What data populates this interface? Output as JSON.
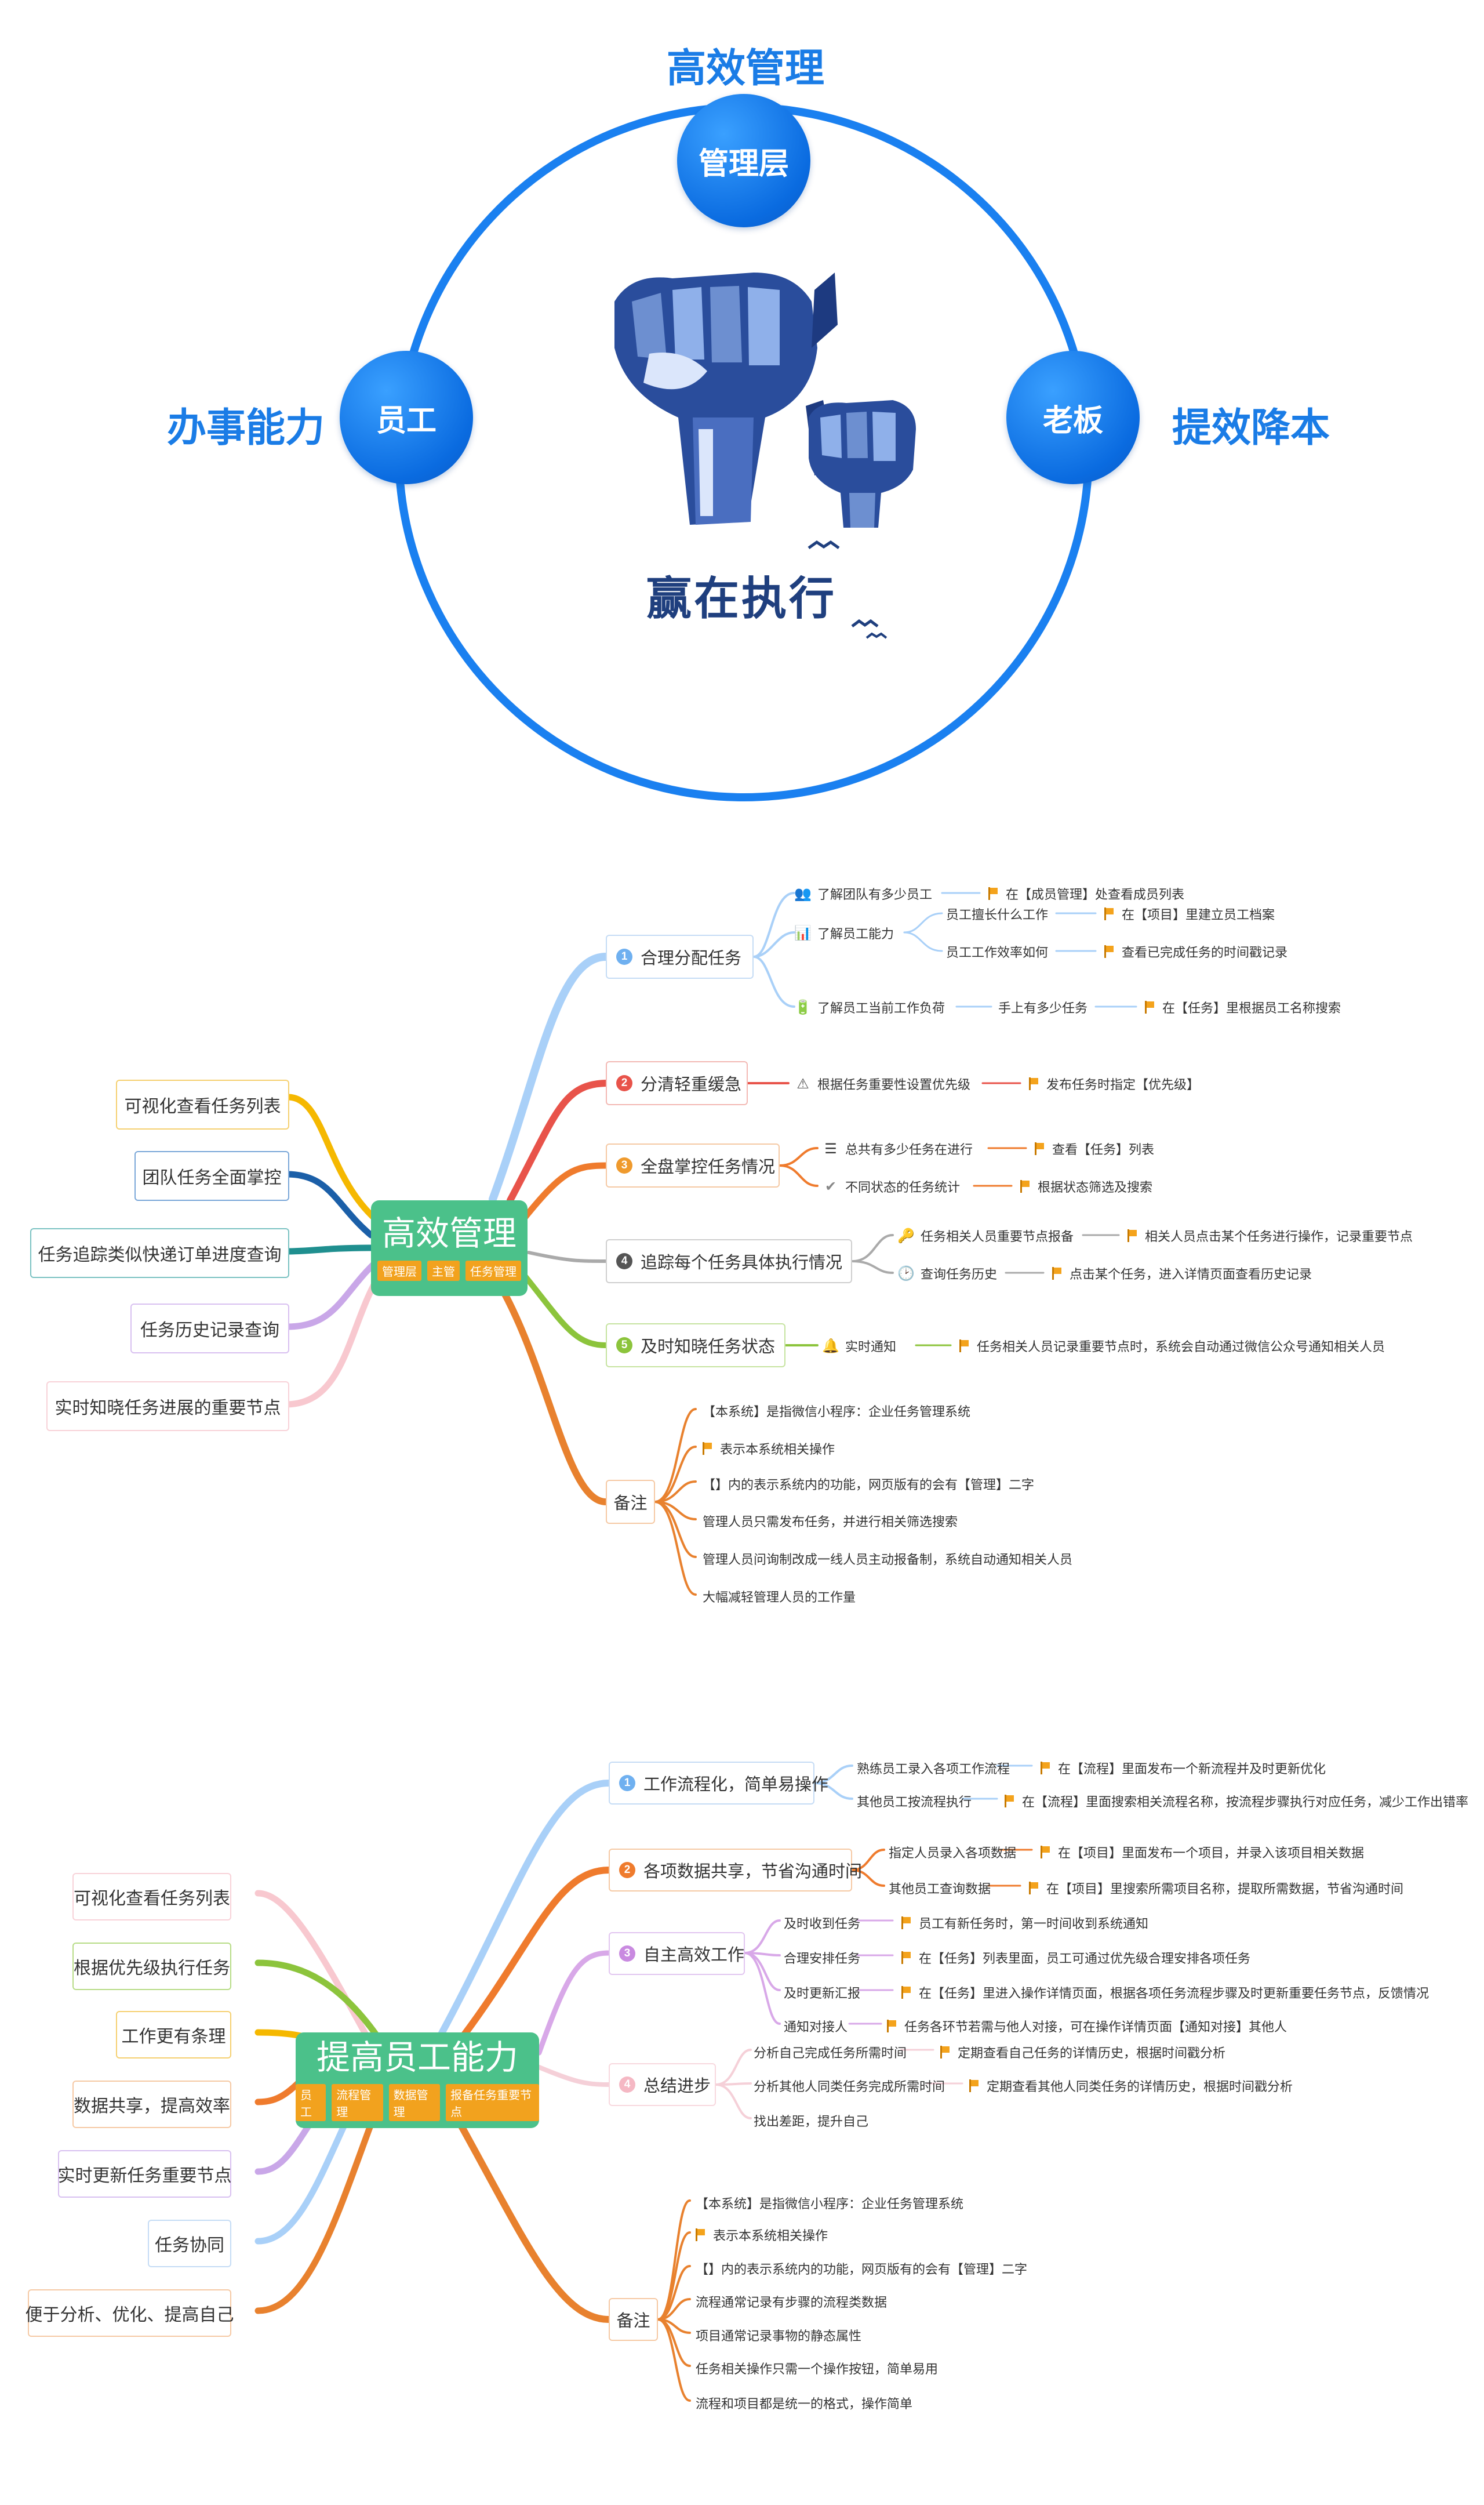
{
  "top": {
    "title_top": "高效管理",
    "title_left": "办事能力",
    "title_right": "提效降本",
    "bubble_top": "管理层",
    "bubble_left": "员工",
    "bubble_right": "老板",
    "slogan": "赢在执行"
  },
  "map1": {
    "center": "高效管理",
    "tags": [
      "管理层",
      "主管",
      "任务管理"
    ],
    "left": [
      "可视化查看任务列表",
      "团队任务全面掌控",
      "任务追踪类似快递订单进度查询",
      "任务历史记录查询",
      "实时知晓任务进展的重要节点"
    ],
    "b1": {
      "num": "1",
      "label": "合理分配任务",
      "s1": "了解团队有多少员工",
      "s1a": "在【成员管理】处查看成员列表",
      "s2": "了解员工能力",
      "s2a": "员工擅长什么工作",
      "s2aa": "在【项目】里建立员工档案",
      "s2b": "员工工作效率如何",
      "s2ba": "查看已完成任务的时间戳记录",
      "s3": "了解员工当前工作负荷",
      "s3a": "手上有多少任务",
      "s3aa": "在【任务】里根据员工名称搜索"
    },
    "b2": {
      "num": "2",
      "label": "分清轻重缓急",
      "s1": "根据任务重要性设置优先级",
      "s1a": "发布任务时指定【优先级】"
    },
    "b3": {
      "num": "3",
      "label": "全盘掌控任务情况",
      "s1": "总共有多少任务在进行",
      "s1a": "查看【任务】列表",
      "s2": "不同状态的任务统计",
      "s2a": "根据状态筛选及搜索"
    },
    "b4": {
      "num": "4",
      "label": "追踪每个任务具体执行情况",
      "s1": "任务相关人员重要节点报备",
      "s1a": "相关人员点击某个任务进行操作，记录重要节点",
      "s2": "查询任务历史",
      "s2a": "点击某个任务，进入详情页面查看历史记录"
    },
    "b5": {
      "num": "5",
      "label": "及时知晓任务状态",
      "s1": "实时通知",
      "s1a": "任务相关人员记录重要节点时，系统会自动通过微信公众号通知相关人员"
    },
    "note": {
      "label": "备注",
      "items": [
        "【本系统】是指微信小程序：企业任务管理系统",
        "表示本系统相关操作",
        "【】内的表示系统内的功能，网页版有的会有【管理】二字",
        "管理人员只需发布任务，并进行相关筛选搜索",
        "管理人员问询制改成一线人员主动报备制，系统自动通知相关人员",
        "大幅减轻管理人员的工作量"
      ]
    }
  },
  "map2": {
    "center": "提高员工能力",
    "tags": [
      "员工",
      "流程管理",
      "数据管理",
      "报备任务重要节点"
    ],
    "left": [
      "可视化查看任务列表",
      "根据优先级执行任务",
      "工作更有条理",
      "数据共享，提高效率",
      "实时更新任务重要节点",
      "任务协同",
      "便于分析、优化、提高自己"
    ],
    "b1": {
      "num": "1",
      "label": "工作流程化，简单易操作",
      "s1": "熟练员工录入各项工作流程",
      "s1a": "在【流程】里面发布一个新流程并及时更新优化",
      "s2": "其他员工按流程执行",
      "s2a": "在【流程】里面搜索相关流程名称，按流程步骤执行对应任务，减少工作出错率"
    },
    "b2": {
      "num": "2",
      "label": "各项数据共享，节省沟通时间",
      "s1": "指定人员录入各项数据",
      "s1a": "在【项目】里面发布一个项目，并录入该项目相关数据",
      "s2": "其他员工查询数据",
      "s2a": "在【项目】里搜索所需项目名称，提取所需数据，节省沟通时间"
    },
    "b3": {
      "num": "3",
      "label": "自主高效工作",
      "s1": "及时收到任务",
      "s1a": "员工有新任务时，第一时间收到系统通知",
      "s2": "合理安排任务",
      "s2a": "在【任务】列表里面，员工可通过优先级合理安排各项任务",
      "s3": "及时更新汇报",
      "s3a": "在【任务】里进入操作详情页面，根据各项任务流程步骤及时更新重要任务节点，反馈情况",
      "s4": "通知对接人",
      "s4a": "任务各环节若需与他人对接，可在操作详情页面【通知对接】其他人"
    },
    "b4": {
      "num": "4",
      "label": "总结进步",
      "s1": "分析自己完成任务所需时间",
      "s1a": "定期查看自己任务的详情历史，根据时间戳分析",
      "s2": "分析其他人同类任务完成所需时间",
      "s2a": "定期查看其他人同类任务的详情历史，根据时间戳分析",
      "s3": "找出差距，提升自己"
    },
    "note": {
      "label": "备注",
      "items": [
        "【本系统】是指微信小程序：企业任务管理系统",
        "表示本系统相关操作",
        "【】内的表示系统内的功能，网页版有的会有【管理】二字",
        "流程通常记录有步骤的流程类数据",
        "项目通常记录事物的静态属性",
        "任务相关操作只需一个操作按钮，简单易用",
        "流程和项目都是统一的格式，操作简单"
      ]
    }
  },
  "colors": {
    "blue": "#1a7ce6",
    "green": "#4bc18a",
    "orange": "#f2a21e"
  }
}
